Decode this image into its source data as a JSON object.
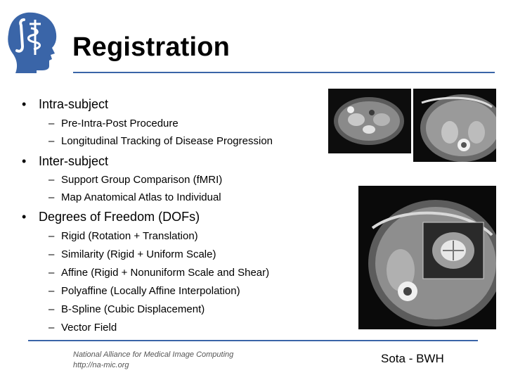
{
  "slide": {
    "title": "Registration",
    "bullets": [
      {
        "text": "Intra-subject",
        "subs": [
          "Pre-Intra-Post Procedure",
          "Longitudinal Tracking of Disease Progression"
        ]
      },
      {
        "text": "Inter-subject",
        "subs": [
          "Support Group Comparison (fMRI)",
          "Map Anatomical Atlas to Individual"
        ]
      },
      {
        "text": "Degrees of Freedom (DOFs)",
        "subs": [
          "Rigid (Rotation + Translation)",
          "Similarity (Rigid + Uniform Scale)",
          "Affine (Rigid + Nonuniform Scale and Shear)",
          "Polyaffine (Locally Affine Interpolation)",
          "B-Spline (Cubic Displacement)",
          "Vector Field"
        ]
      }
    ],
    "bullet_glyph": "•",
    "dash_glyph": "–"
  },
  "footer": {
    "org": "National Alliance for Medical Image Computing",
    "url": "http://na-mic.org",
    "credit": "Sota - BWH"
  },
  "colors": {
    "rule": "#3a65a8",
    "logo": "#3a65a8"
  },
  "icons": {
    "logo": "namic-head-logo"
  }
}
